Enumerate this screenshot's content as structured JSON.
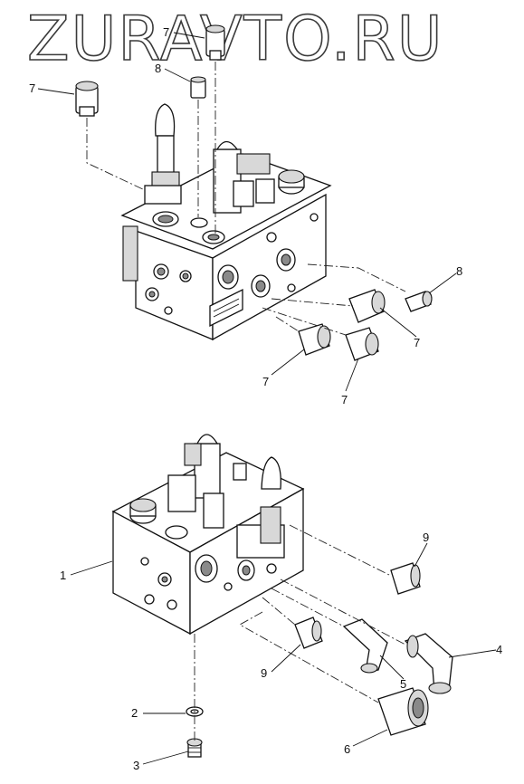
{
  "watermark": {
    "text": "ZURAVTO.RU"
  },
  "corner_mark": "",
  "callouts": [
    {
      "id": "c7a",
      "text": "7"
    },
    {
      "id": "c8a",
      "text": "8"
    },
    {
      "id": "c7b",
      "text": "7"
    },
    {
      "id": "c8b",
      "text": "8"
    },
    {
      "id": "c7c",
      "text": "7"
    },
    {
      "id": "c7d",
      "text": "7"
    },
    {
      "id": "c7e",
      "text": "7"
    },
    {
      "id": "c9a",
      "text": "9"
    },
    {
      "id": "c1",
      "text": "1"
    },
    {
      "id": "c4",
      "text": "4"
    },
    {
      "id": "c9b",
      "text": "9"
    },
    {
      "id": "c5",
      "text": "5"
    },
    {
      "id": "c2",
      "text": "2"
    },
    {
      "id": "c6",
      "text": "6"
    },
    {
      "id": "c3",
      "text": "3"
    }
  ]
}
